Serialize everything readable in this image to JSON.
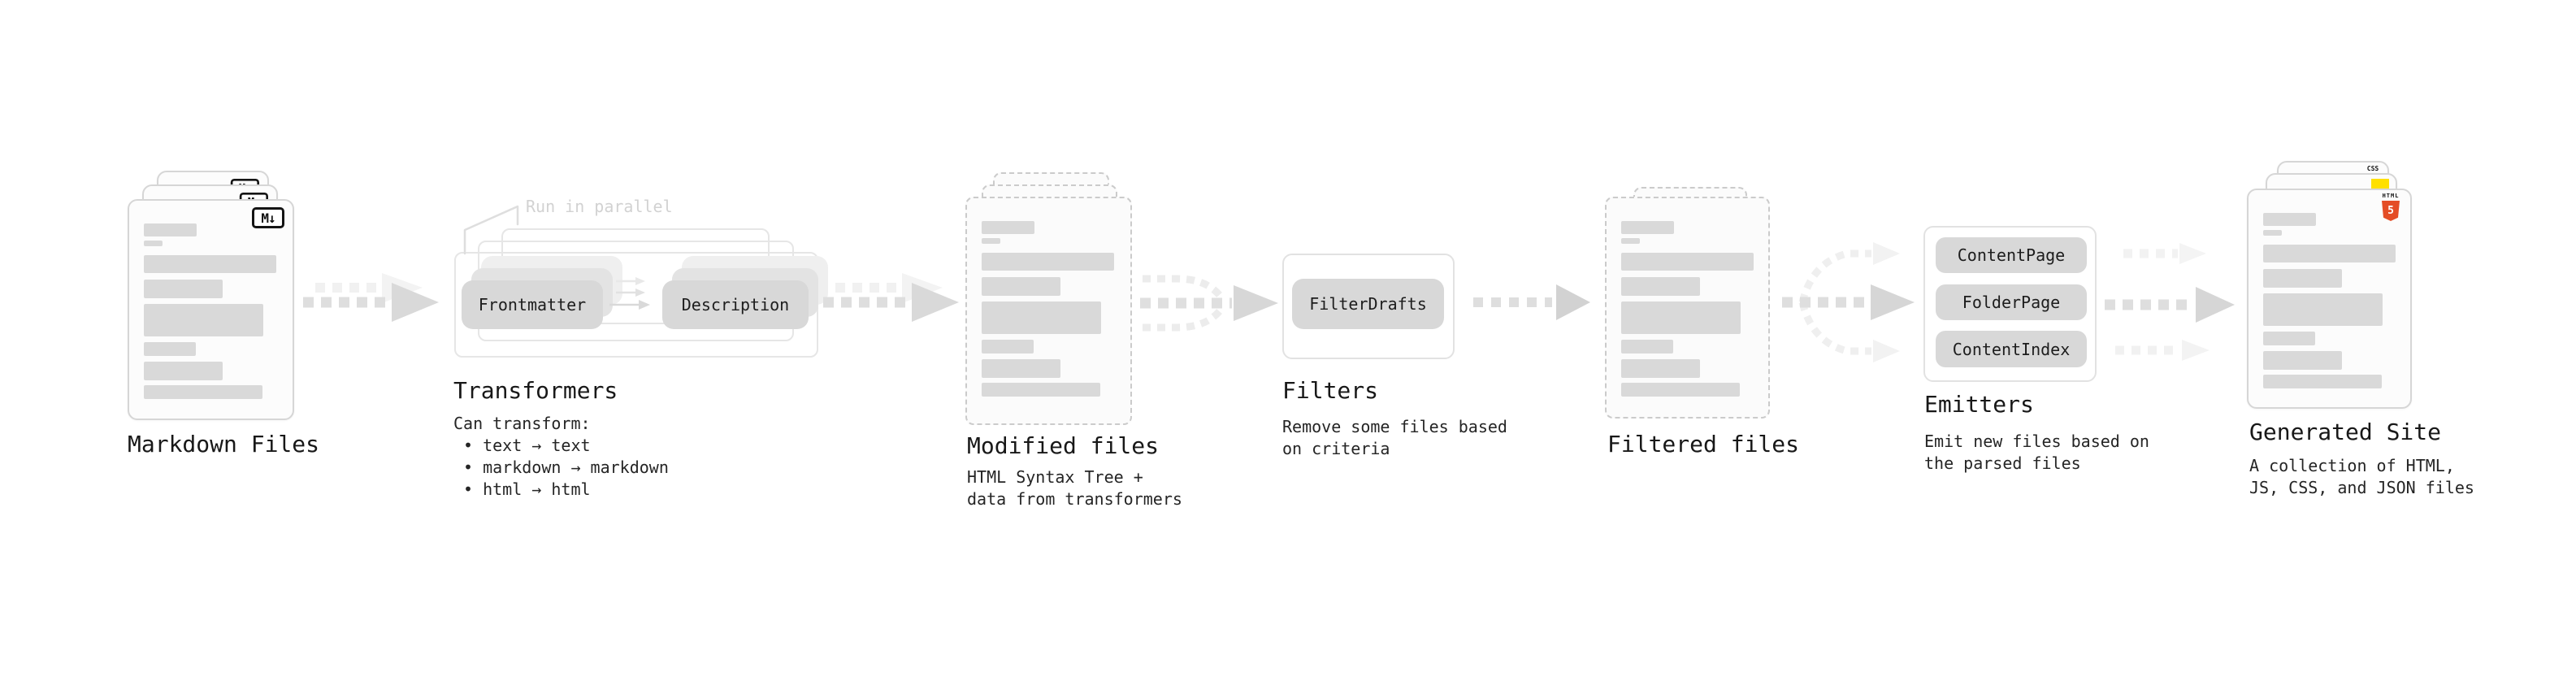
{
  "stages": {
    "markdown": {
      "label": "Markdown Files"
    },
    "transformers": {
      "label": "Transformers",
      "note": "Run in parallel",
      "pill_front": "Frontmatter",
      "pill_back": "Description",
      "caption_title": "Can transform:",
      "bullets": [
        "• text → text",
        "• markdown → markdown",
        "• html → html"
      ]
    },
    "modified": {
      "label": "Modified files",
      "caption": [
        "HTML Syntax Tree +",
        "data from transformers"
      ]
    },
    "filters": {
      "label": "Filters",
      "pill": "FilterDrafts",
      "caption": [
        "Remove some files based",
        "on criteria"
      ]
    },
    "filtered": {
      "label": "Filtered files"
    },
    "emitters": {
      "label": "Emitters",
      "pills": [
        "ContentPage",
        "FolderPage",
        "ContentIndex"
      ],
      "caption": [
        "Emit new files based on",
        "the parsed files"
      ]
    },
    "generated": {
      "label": "Generated Site",
      "caption": [
        "A collection of HTML,",
        "JS, CSS, and JSON files"
      ]
    }
  },
  "icons": {
    "markdown_badge": "M↓",
    "html5_label": "HTML",
    "html5_number": "5",
    "css_label": "CSS"
  },
  "colors": {
    "html5_orange": "#e44d26",
    "js_yellow": "#ffe000",
    "css_blue": "#2965f1",
    "pill_gray": "#d8d8d8",
    "bar_gray": "#d9d9d9",
    "arrow_gray": "#dedede",
    "arrow_ghost": "#f1f1f1"
  }
}
